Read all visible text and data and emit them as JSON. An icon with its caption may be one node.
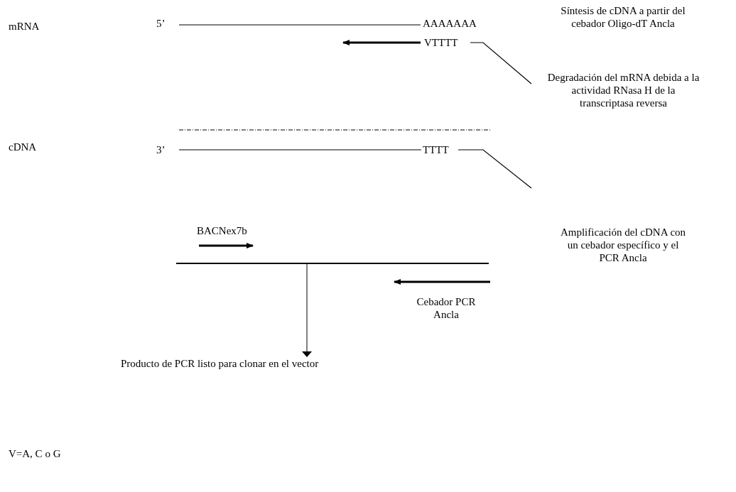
{
  "diagram": {
    "nodes": [
      {
        "text": [],
        "shape": "bar"
      },
      {
        "text": [
          "Producto de PCR listo para clonar en el vector"
        ]
      }
    ],
    "edges": [
      {
        "from": 0,
        "to": 1,
        "arrow": "to"
      }
    ],
    "labels": [
      "mRNA",
      "5’",
      "AAAAAAA",
      "Síntesis de cDNA a partir del cebador Oligo-dT Ancla",
      "VTTTT",
      "Degradación del mRNA debida a la actividad RNasa H de la transcriptasa reversa",
      "cDNA",
      "3’",
      "TTTT",
      "BACNex7b",
      "Amplificación del cDNA con un cebador específico y el PCR Ancla",
      "Cebador PCR Ancla",
      "V=A, C o G"
    ]
  }
}
